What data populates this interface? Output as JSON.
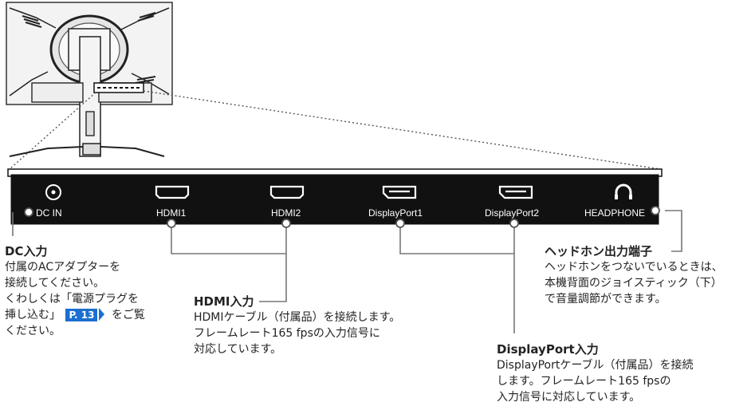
{
  "ports": [
    {
      "id": "dc-in",
      "label": "DC IN",
      "icon": "power-jack-icon"
    },
    {
      "id": "hdmi1",
      "label": "HDMI1",
      "icon": "hdmi-port-icon"
    },
    {
      "id": "hdmi2",
      "label": "HDMI2",
      "icon": "hdmi-port-icon"
    },
    {
      "id": "displayport1",
      "label": "DisplayPort1",
      "icon": "displayport-icon"
    },
    {
      "id": "displayport2",
      "label": "DisplayPort2",
      "icon": "displayport-icon"
    },
    {
      "id": "headphone",
      "label": "HEADPHONE",
      "icon": "headphone-icon"
    }
  ],
  "dc": {
    "title": "DC入力",
    "lines": [
      "付属のACアダプターを",
      "接続してください。",
      "くわしくは「電源プラグを"
    ],
    "ref_prefix": "挿し込む」",
    "ref_page": "P. 13",
    "ref_suffix": "をご覧",
    "last_line": "ください。"
  },
  "hdmi": {
    "title": "HDMI入力",
    "lines": [
      "HDMIケーブル（付属品）を接続します。",
      "フレームレート165 fpsの入力信号に",
      "対応しています。"
    ]
  },
  "displayport": {
    "title": "DisplayPort入力",
    "lines": [
      "DisplayPortケーブル（付属品）を接続",
      "します。フレームレート165 fpsの",
      "入力信号に対応しています。"
    ]
  },
  "headphone": {
    "title": "ヘッドホン出力端子",
    "lines": [
      "ヘッドホンをつないでいるときは、",
      "本機背面のジョイスティック（下）",
      "で音量調節ができます。"
    ]
  },
  "colors": {
    "panel": "#111111",
    "line": "#666666",
    "accent": "#1b6fd0"
  }
}
